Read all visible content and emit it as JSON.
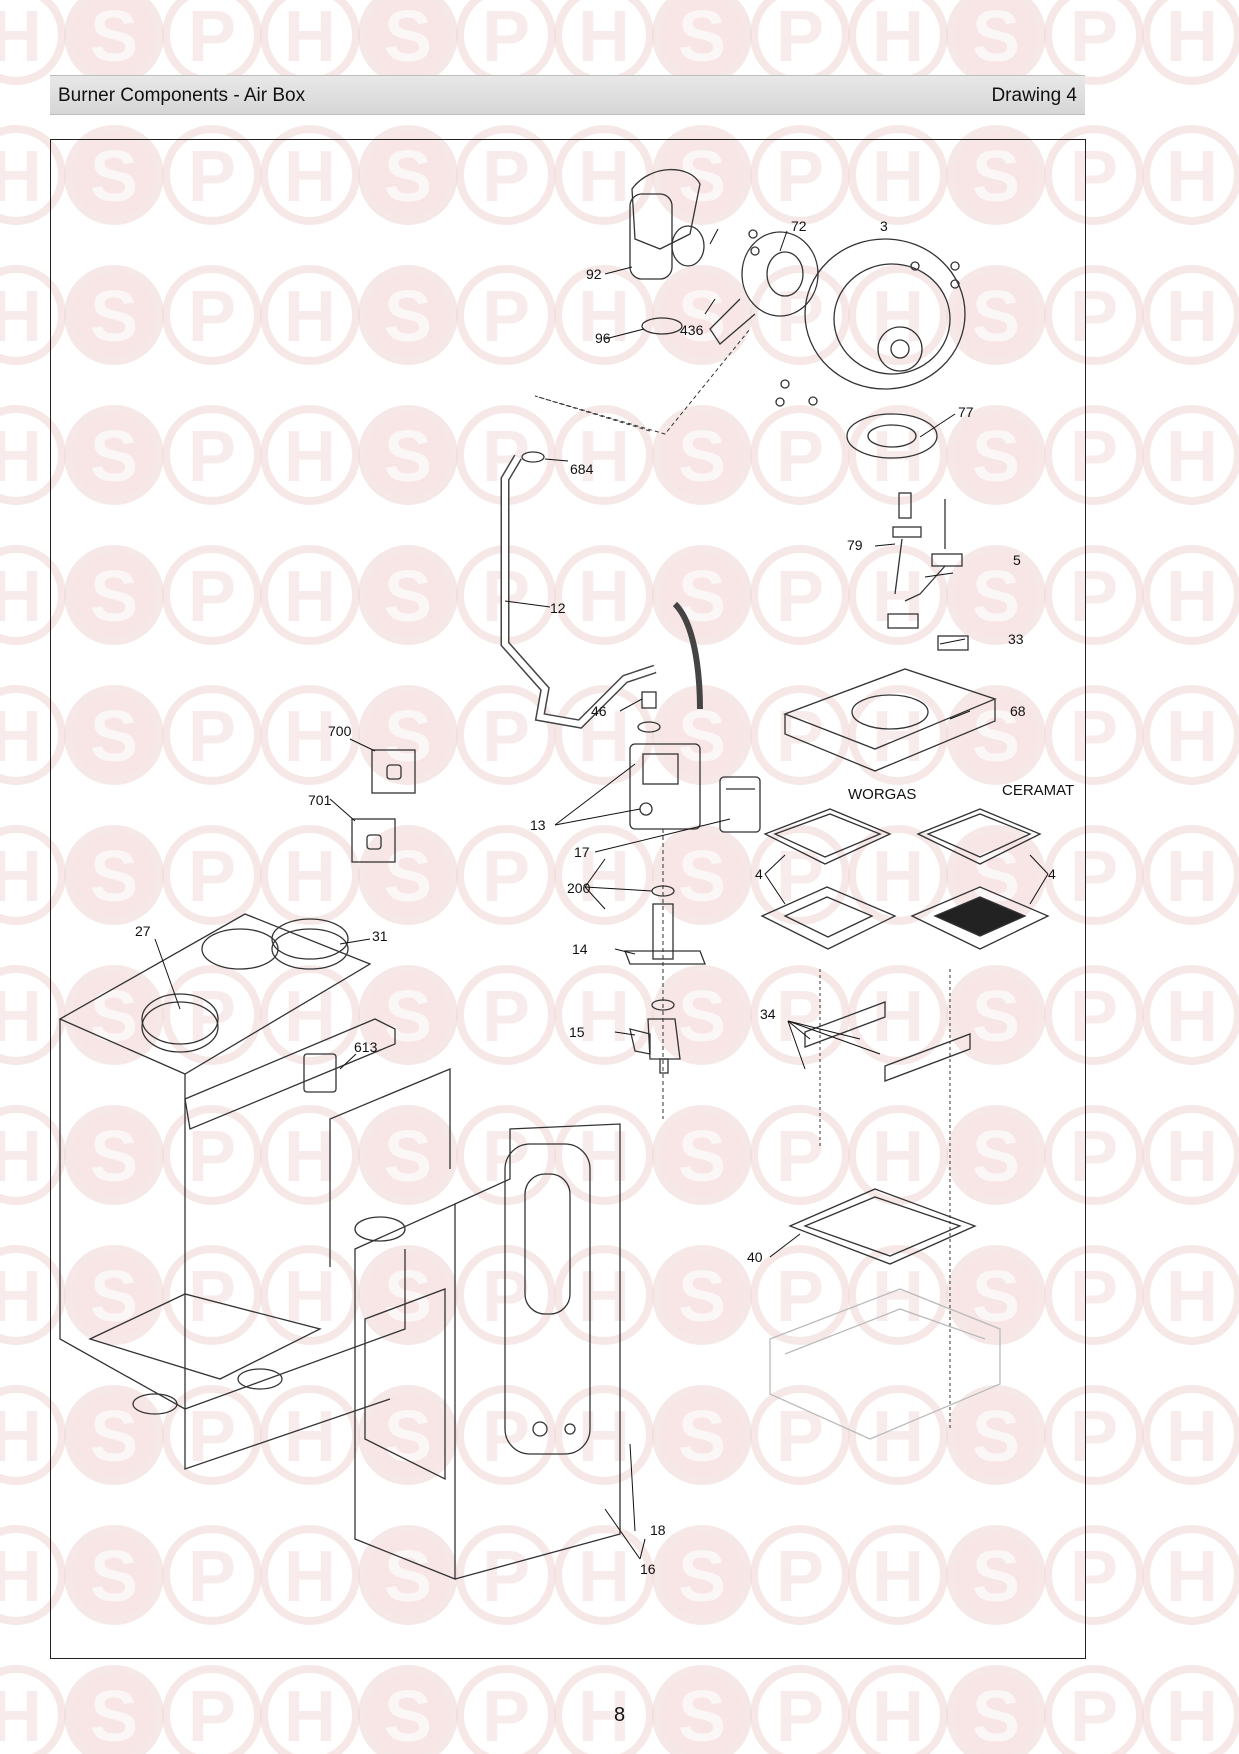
{
  "watermark": {
    "letters": [
      "H",
      "S",
      "P"
    ],
    "colors": {
      "ring": "#f1d6d6",
      "letter_fill": "#f6e3e3",
      "s_circle": "#f3d0d0"
    }
  },
  "header": {
    "title": "Burner Components - Air Box",
    "drawing": "Drawing 4"
  },
  "diagram": {
    "callouts": [
      "92",
      "72",
      "3",
      "96",
      "436",
      "77",
      "684",
      "79",
      "5",
      "12",
      "33",
      "46",
      "68",
      "700",
      "701",
      "13",
      "17",
      "200",
      "4",
      "4",
      "14",
      "15",
      "34",
      "27",
      "31",
      "613",
      "40",
      "18",
      "16"
    ],
    "variant_labels": [
      "WORGAS",
      "CERAMAT"
    ]
  },
  "footer": {
    "page_number": "8"
  }
}
